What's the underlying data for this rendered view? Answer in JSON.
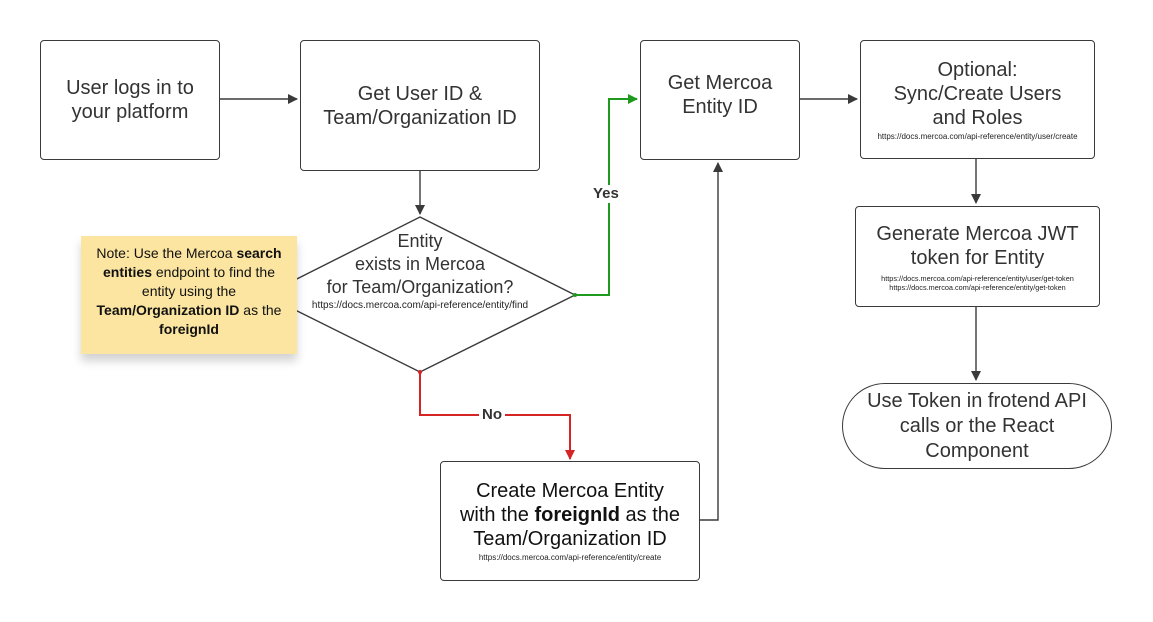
{
  "nodes": {
    "login": {
      "text": "User logs in to your platform"
    },
    "get_ids": {
      "text": "Get User ID & Team/Organization ID"
    },
    "decision": {
      "line1": "Entity",
      "line2": "exists in Mercoa",
      "line3": "for Team/Organization?",
      "url": "https://docs.mercoa.com/api-reference/entity/find"
    },
    "create": {
      "line1": "Create Mercoa Entity",
      "line2_pre": "with the ",
      "line2_bold": "foreignId",
      "line2_post": " as the",
      "line3": "Team/Organization ID",
      "url": "https://docs.mercoa.com/api-reference/entity/create"
    },
    "get_entity": {
      "text": "Get Mercoa Entity ID"
    },
    "optional_sync": {
      "line1": "Optional:",
      "line2": "Sync/Create Users",
      "line3": "and Roles",
      "url": "https://docs.mercoa.com/api-reference/entity/user/create"
    },
    "jwt": {
      "line1": "Generate Mercoa JWT",
      "line2": "token for Entity",
      "url1": "https://docs.mercoa.com/api-reference/entity/user/get-token",
      "url2": "https://docs.mercoa.com/api-reference/entity/get-token"
    },
    "use_token": {
      "text": "Use Token in frotend API calls or the React Component"
    }
  },
  "note": {
    "part1": "Note: Use the Mercoa ",
    "bold1": "search entities",
    "part2": " endpoint to find the entity using the ",
    "bold2": "Team/Organization ID",
    "part3": " as the ",
    "bold3": "foreignId"
  },
  "edges": {
    "yes_label": "Yes",
    "no_label": "No"
  },
  "colors": {
    "line": "#3a3a3a",
    "yes": "#1e9a1e",
    "no": "#d42424",
    "note_bg": "#fbe5a0"
  }
}
